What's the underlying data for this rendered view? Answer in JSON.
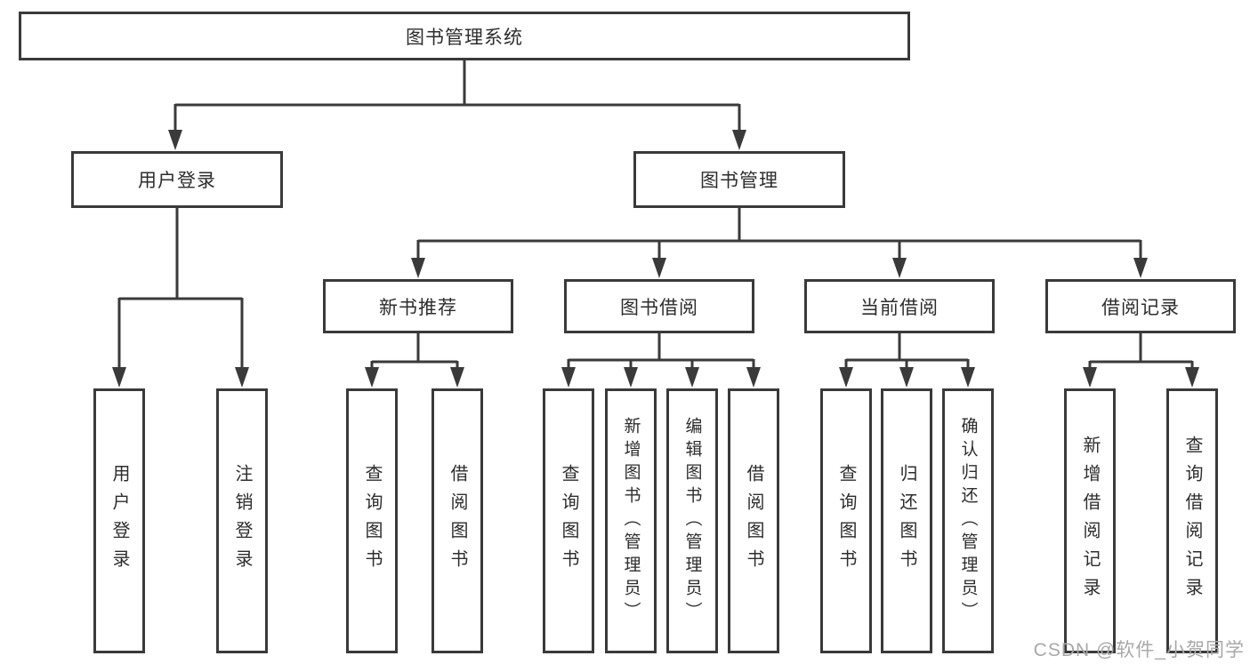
{
  "diagram": {
    "root": {
      "label": "图书管理系统"
    },
    "level1": {
      "user_login": {
        "label": "用户登录"
      },
      "book_management": {
        "label": "图书管理"
      }
    },
    "level2": {
      "new_book_recommend": {
        "label": "新书推荐"
      },
      "book_borrow": {
        "label": "图书借阅"
      },
      "current_borrow": {
        "label": "当前借阅"
      },
      "borrow_records": {
        "label": "借阅记录"
      }
    },
    "leaves": {
      "user_login": {
        "items": [
          {
            "label": "用户登录"
          },
          {
            "label": "注销登录"
          }
        ]
      },
      "new_book_recommend": {
        "items": [
          {
            "label": "查询图书"
          },
          {
            "label": "借阅图书"
          }
        ]
      },
      "book_borrow": {
        "items": [
          {
            "label": "查询图书"
          },
          {
            "label": "新增图书（管理员）"
          },
          {
            "label": "编辑图书（管理员）"
          },
          {
            "label": "借阅图书"
          }
        ]
      },
      "current_borrow": {
        "items": [
          {
            "label": "查询图书"
          },
          {
            "label": "归还图书"
          },
          {
            "label": "确认归还（管理员）"
          }
        ]
      },
      "borrow_records": {
        "items": [
          {
            "label": "新增借阅记录"
          },
          {
            "label": "查询借阅记录"
          }
        ]
      }
    },
    "watermark": "CSDN @软件_小贺同学",
    "colors": {
      "line": "#3a3a3a",
      "border": "#3a3a3a",
      "text": "#2d2d2d",
      "watermark": "#a8a8a8",
      "background": "#ffffff"
    }
  }
}
